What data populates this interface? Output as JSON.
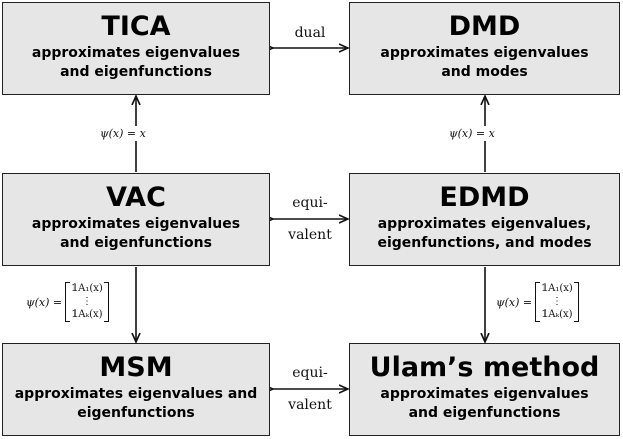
{
  "boxes": {
    "tica": {
      "title": "TICA",
      "desc_line1": "approximates eigenvalues",
      "desc_line2": "and eigenfunctions"
    },
    "dmd": {
      "title": "DMD",
      "desc_line1": "approximates eigenvalues",
      "desc_line2": "and modes"
    },
    "vac": {
      "title": "VAC",
      "desc_line1": "approximates eigenvalues",
      "desc_line2": "and eigenfunctions"
    },
    "edmd": {
      "title": "EDMD",
      "desc_line1": "approximates eigenvalues,",
      "desc_line2": "eigenfunctions, and modes"
    },
    "msm": {
      "title": "MSM",
      "desc_line1": "approximates eigenvalues and",
      "desc_line2": "eigenfunctions"
    },
    "ulam": {
      "title": "Ulam’s method",
      "desc_line1": "approximates eigenvalues",
      "desc_line2": "and eigenfunctions"
    }
  },
  "edges": {
    "tica_dmd": {
      "label": "dual"
    },
    "vac_edmd": {
      "label_line1": "equi-",
      "label_line2": "valent"
    },
    "msm_ulam": {
      "label_line1": "equi-",
      "label_line2": "valent"
    },
    "vac_tica": {
      "label": "ψ(x) = x"
    },
    "edmd_dmd": {
      "label": "ψ(x) = x"
    },
    "vac_msm": {
      "prefix": "ψ(x) =",
      "row1": "𝟙A₁(x)",
      "row2": "⋮",
      "row3": "𝟙Aₖ(x)"
    },
    "edmd_ulam": {
      "prefix": "ψ(x) =",
      "row1": "𝟙A₁(x)",
      "row2": "⋮",
      "row3": "𝟙Aₖ(x)"
    }
  }
}
